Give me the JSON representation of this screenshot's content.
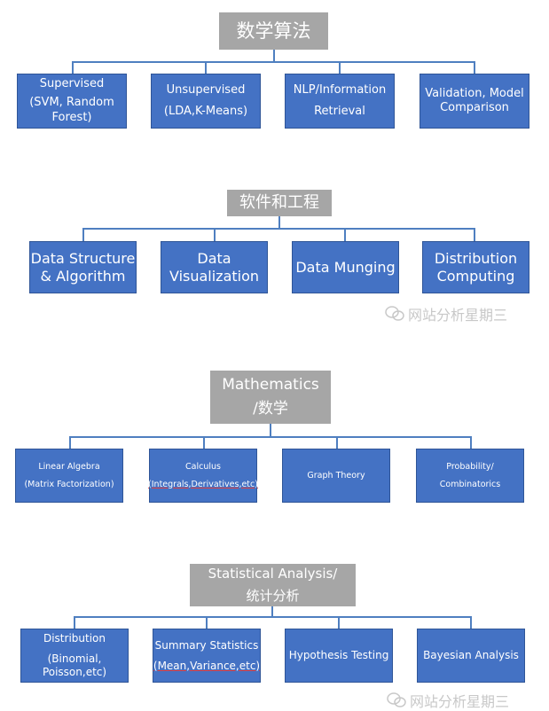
{
  "sections": [
    {
      "root": [
        "数学算法"
      ],
      "children": [
        [
          "Supervised",
          "(SVM, Random",
          "Forest)"
        ],
        [
          "Unsupervised",
          "(LDA,K-Means)"
        ],
        [
          "NLP/Information",
          "Retrieval"
        ],
        [
          "Validation, Model",
          "Comparison"
        ]
      ]
    },
    {
      "root": [
        "软件和工程"
      ],
      "children": [
        [
          "Data Structure",
          "& Algorithm"
        ],
        [
          "Data",
          "Visualization"
        ],
        [
          "Data Munging"
        ],
        [
          "Distribution",
          "Computing"
        ]
      ]
    },
    {
      "root": [
        "Mathematics",
        "/数学"
      ],
      "children": [
        [
          "Linear Algebra",
          "(Matrix Factorization)"
        ],
        [
          "Calculus",
          "(Integrals,Derivatives,etc)"
        ],
        [
          "Graph Theory"
        ],
        [
          "Probability/",
          "Combinatorics"
        ]
      ]
    },
    {
      "root": [
        "Statistical Analysis/",
        "统计分析"
      ],
      "children": [
        [
          "Distribution",
          "(Binomial,",
          "Poisson,etc)"
        ],
        [
          "Summary Statistics",
          "(Mean,Variance,etc)"
        ],
        [
          "Hypothesis Testing"
        ],
        [
          "Bayesian Analysis"
        ]
      ]
    }
  ],
  "watermark": "网站分析星期三",
  "colors": {
    "root": "#a6a6a6",
    "child": "#4472c4",
    "connector": "#4f7fc0"
  }
}
